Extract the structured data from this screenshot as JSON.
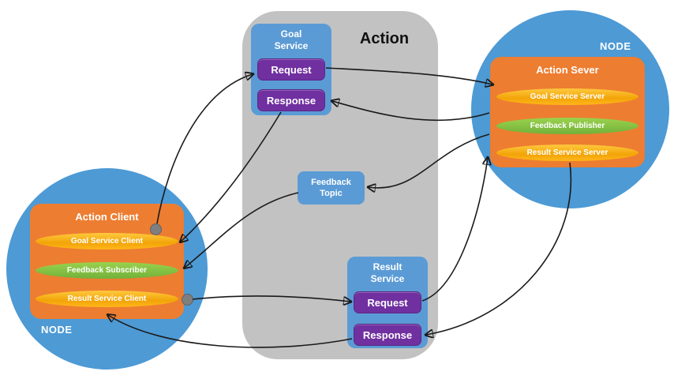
{
  "action_container": {
    "label": "Action"
  },
  "goal_service": {
    "title_line1": "Goal",
    "title_line2": "Service",
    "request_label": "Request",
    "response_label": "Response"
  },
  "feedback_topic": {
    "title_line1": "Feedback",
    "title_line2": "Topic"
  },
  "result_service": {
    "title_line1": "Result",
    "title_line2": "Service",
    "request_label": "Request",
    "response_label": "Response"
  },
  "client_node": {
    "node_label": "NODE",
    "title": "Action Client",
    "items": [
      {
        "label": "Goal Service Client",
        "type": "service"
      },
      {
        "label": "Feedback Subscriber",
        "type": "topic"
      },
      {
        "label": "Result Service Client",
        "type": "service"
      }
    ]
  },
  "server_node": {
    "node_label": "NODE",
    "title": "Action Sever",
    "items": [
      {
        "label": "Goal Service Server",
        "type": "service"
      },
      {
        "label": "Feedback Publisher",
        "type": "topic"
      },
      {
        "label": "Result Service Server",
        "type": "service"
      }
    ]
  },
  "colors": {
    "node_blue": "#4D9AD5",
    "service_blue": "#5B9BD5",
    "action_orange": "#ED7D31",
    "pill_yellow": "#FFB71B",
    "pill_green": "#84C441",
    "button_purple": "#7030A0",
    "container_gray": "#C2C2C2",
    "arrow_black": "#1A1A1A",
    "dot_gray": "#7F7F7F"
  }
}
